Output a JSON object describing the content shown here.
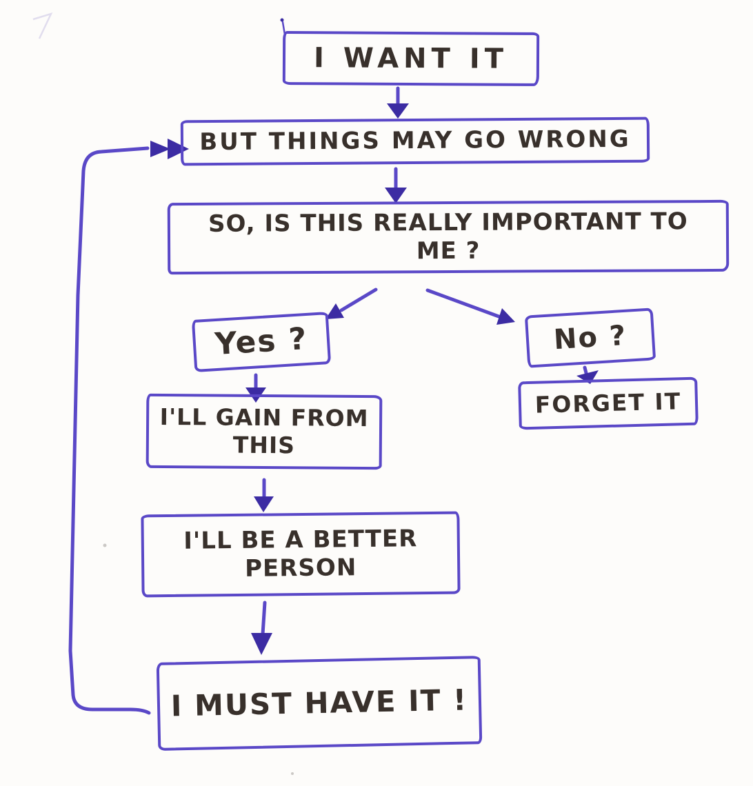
{
  "title": "Hand-drawn decision flowchart: I want it",
  "palette": {
    "paper": "#fdfcfa",
    "ink": "#5a48c7",
    "arrow": "#3c2ca3",
    "text": "#38302b"
  },
  "nodes": {
    "want": {
      "label": "I WANT IT"
    },
    "wrong": {
      "label": "BUT THINGS MAY GO WRONG"
    },
    "important": {
      "line1": "SO, IS THIS REALLY IMPORTANT TO",
      "line2": "ME ?"
    },
    "yes": {
      "label": "Yes ?"
    },
    "no": {
      "label": "No ?"
    },
    "forget": {
      "label": "FORGET IT"
    },
    "gain": {
      "line1": "I'LL GAIN FROM",
      "line2": "THIS"
    },
    "better": {
      "line1": "I'LL BE A BETTER",
      "line2": "PERSON"
    },
    "must": {
      "label": "I MUST HAVE IT !"
    }
  },
  "edges": [
    {
      "from": "want",
      "to": "wrong",
      "type": "arrow-down"
    },
    {
      "from": "wrong",
      "to": "important",
      "type": "arrow-down"
    },
    {
      "from": "important",
      "to": "yes",
      "type": "arrow-diagonal-left"
    },
    {
      "from": "important",
      "to": "no",
      "type": "arrow-diagonal-right"
    },
    {
      "from": "yes",
      "to": "gain",
      "type": "arrow-down"
    },
    {
      "from": "no",
      "to": "forget",
      "type": "arrow-down"
    },
    {
      "from": "gain",
      "to": "better",
      "type": "arrow-down"
    },
    {
      "from": "better",
      "to": "must",
      "type": "arrow-down"
    },
    {
      "from": "must",
      "to": "wrong",
      "type": "loop-back-left-side-double-arrowhead"
    }
  ]
}
